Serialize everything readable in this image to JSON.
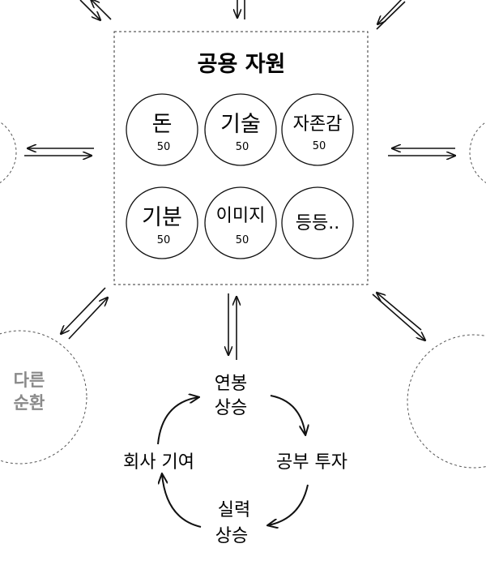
{
  "pool": {
    "title": "공용 자원",
    "resources": [
      {
        "label": "돈",
        "value": "50"
      },
      {
        "label": "기술",
        "value": "50"
      },
      {
        "label": "자존감",
        "value": "50"
      },
      {
        "label": "기분",
        "value": "50"
      },
      {
        "label": "이미지",
        "value": "50"
      },
      {
        "label": "등등..",
        "value": ""
      }
    ]
  },
  "cycle": {
    "nodes": [
      {
        "line1": "연봉",
        "line2": "상승"
      },
      {
        "line1": "공부 투자",
        "line2": ""
      },
      {
        "line1": "실력",
        "line2": "상승"
      },
      {
        "line1": "회사 기여",
        "line2": ""
      }
    ]
  },
  "other_cycle": {
    "line1": "다른",
    "line2": "순환"
  }
}
